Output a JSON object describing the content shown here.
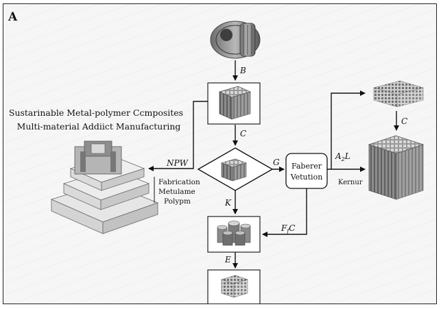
{
  "panel_label": "A",
  "title_lines": [
    "Sustarinable Metal-polymer Ccmposites",
    "Multi-material Addiict Manufacturing"
  ],
  "edge_labels": {
    "b": "B",
    "c_top": "C",
    "npw": "NPW",
    "g": "G",
    "k": "K",
    "fc": "F",
    "fc_sub": "f",
    "fc_tail": "C",
    "e": "E",
    "al": "A",
    "al_sub": "2",
    "al_tail": "L",
    "c_right": "C"
  },
  "process_box": [
    "Faberer",
    "Vetution"
  ],
  "fabrication_text": [
    "Fabrication",
    "Metulame",
    "Polypm"
  ],
  "right_caption": "Kernur"
}
